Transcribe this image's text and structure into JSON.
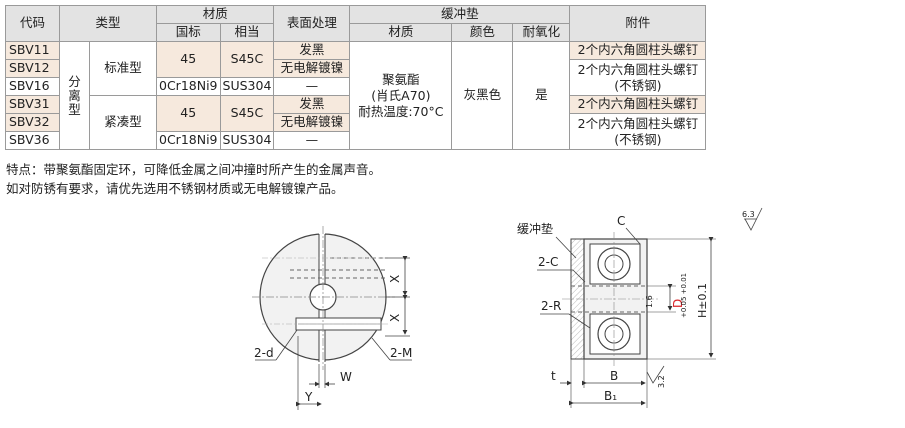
{
  "headers": {
    "code": "代码",
    "type": "类型",
    "material": "材质",
    "material_gb": "国标",
    "material_eq": "相当",
    "surface": "表面处理",
    "cushion": "缓冲垫",
    "cushion_material": "材质",
    "cushion_color": "颜色",
    "cushion_oxidation": "耐氧化",
    "accessory": "附件"
  },
  "rows": [
    {
      "code": "SBV11",
      "accessory": "2个内六角圆柱头螺钉"
    },
    {
      "code": "SBV12"
    },
    {
      "code": "SBV16"
    },
    {
      "code": "SBV31",
      "accessory": "2个内六角圆柱头螺钉"
    },
    {
      "code": "SBV32"
    },
    {
      "code": "SBV36"
    }
  ],
  "group": {
    "split_type": "分离型",
    "standard": "标准型",
    "compact": "紧凑型"
  },
  "material_cells": {
    "m45": "45",
    "s45c": "S45C",
    "stainless_gb": "0Cr18Ni9",
    "stainless_eq": "SUS304"
  },
  "surface_cells": {
    "black": "发黑",
    "nickel": "无电解镀镍",
    "none": "—"
  },
  "cushion_cells": {
    "material": [
      "聚氨酯",
      "(肖氏A70)",
      "耐热温度:70°C"
    ],
    "color": "灰黑色",
    "oxidation": "是"
  },
  "accessory_stainless": [
    "2个内六角圆柱头螺钉",
    "(不锈钢)"
  ],
  "notes": [
    "特点：带聚氨酯固定环，可降低金属之间冲撞时所产生的金属声音。",
    "如对防锈有要求，请优先选用不锈钢材质或无电解镀镍产品。"
  ],
  "drawing_left": {
    "x1": "X",
    "x2": "X",
    "label_2d": "2-d",
    "label_2m": "2-M",
    "label_w": "W",
    "label_y": "Y"
  },
  "drawing_right": {
    "roughness_top": "6.3",
    "roughness_small": "1.6",
    "roughness_bottom": "3.2",
    "label_c": "C",
    "label_cushion": "缓冲垫",
    "label_2c": "2-C",
    "label_2r": "2-R",
    "label_d": "D",
    "label_d_tol": "+0.05 +0.01",
    "label_h": "H±0.1",
    "label_t": "t",
    "label_b": "B",
    "label_b1": "B₁"
  },
  "colors": {
    "header_bg": "#e3e3e3",
    "highlight_bg": "#f6e9dd",
    "tolerance_red": "#d9262a"
  }
}
